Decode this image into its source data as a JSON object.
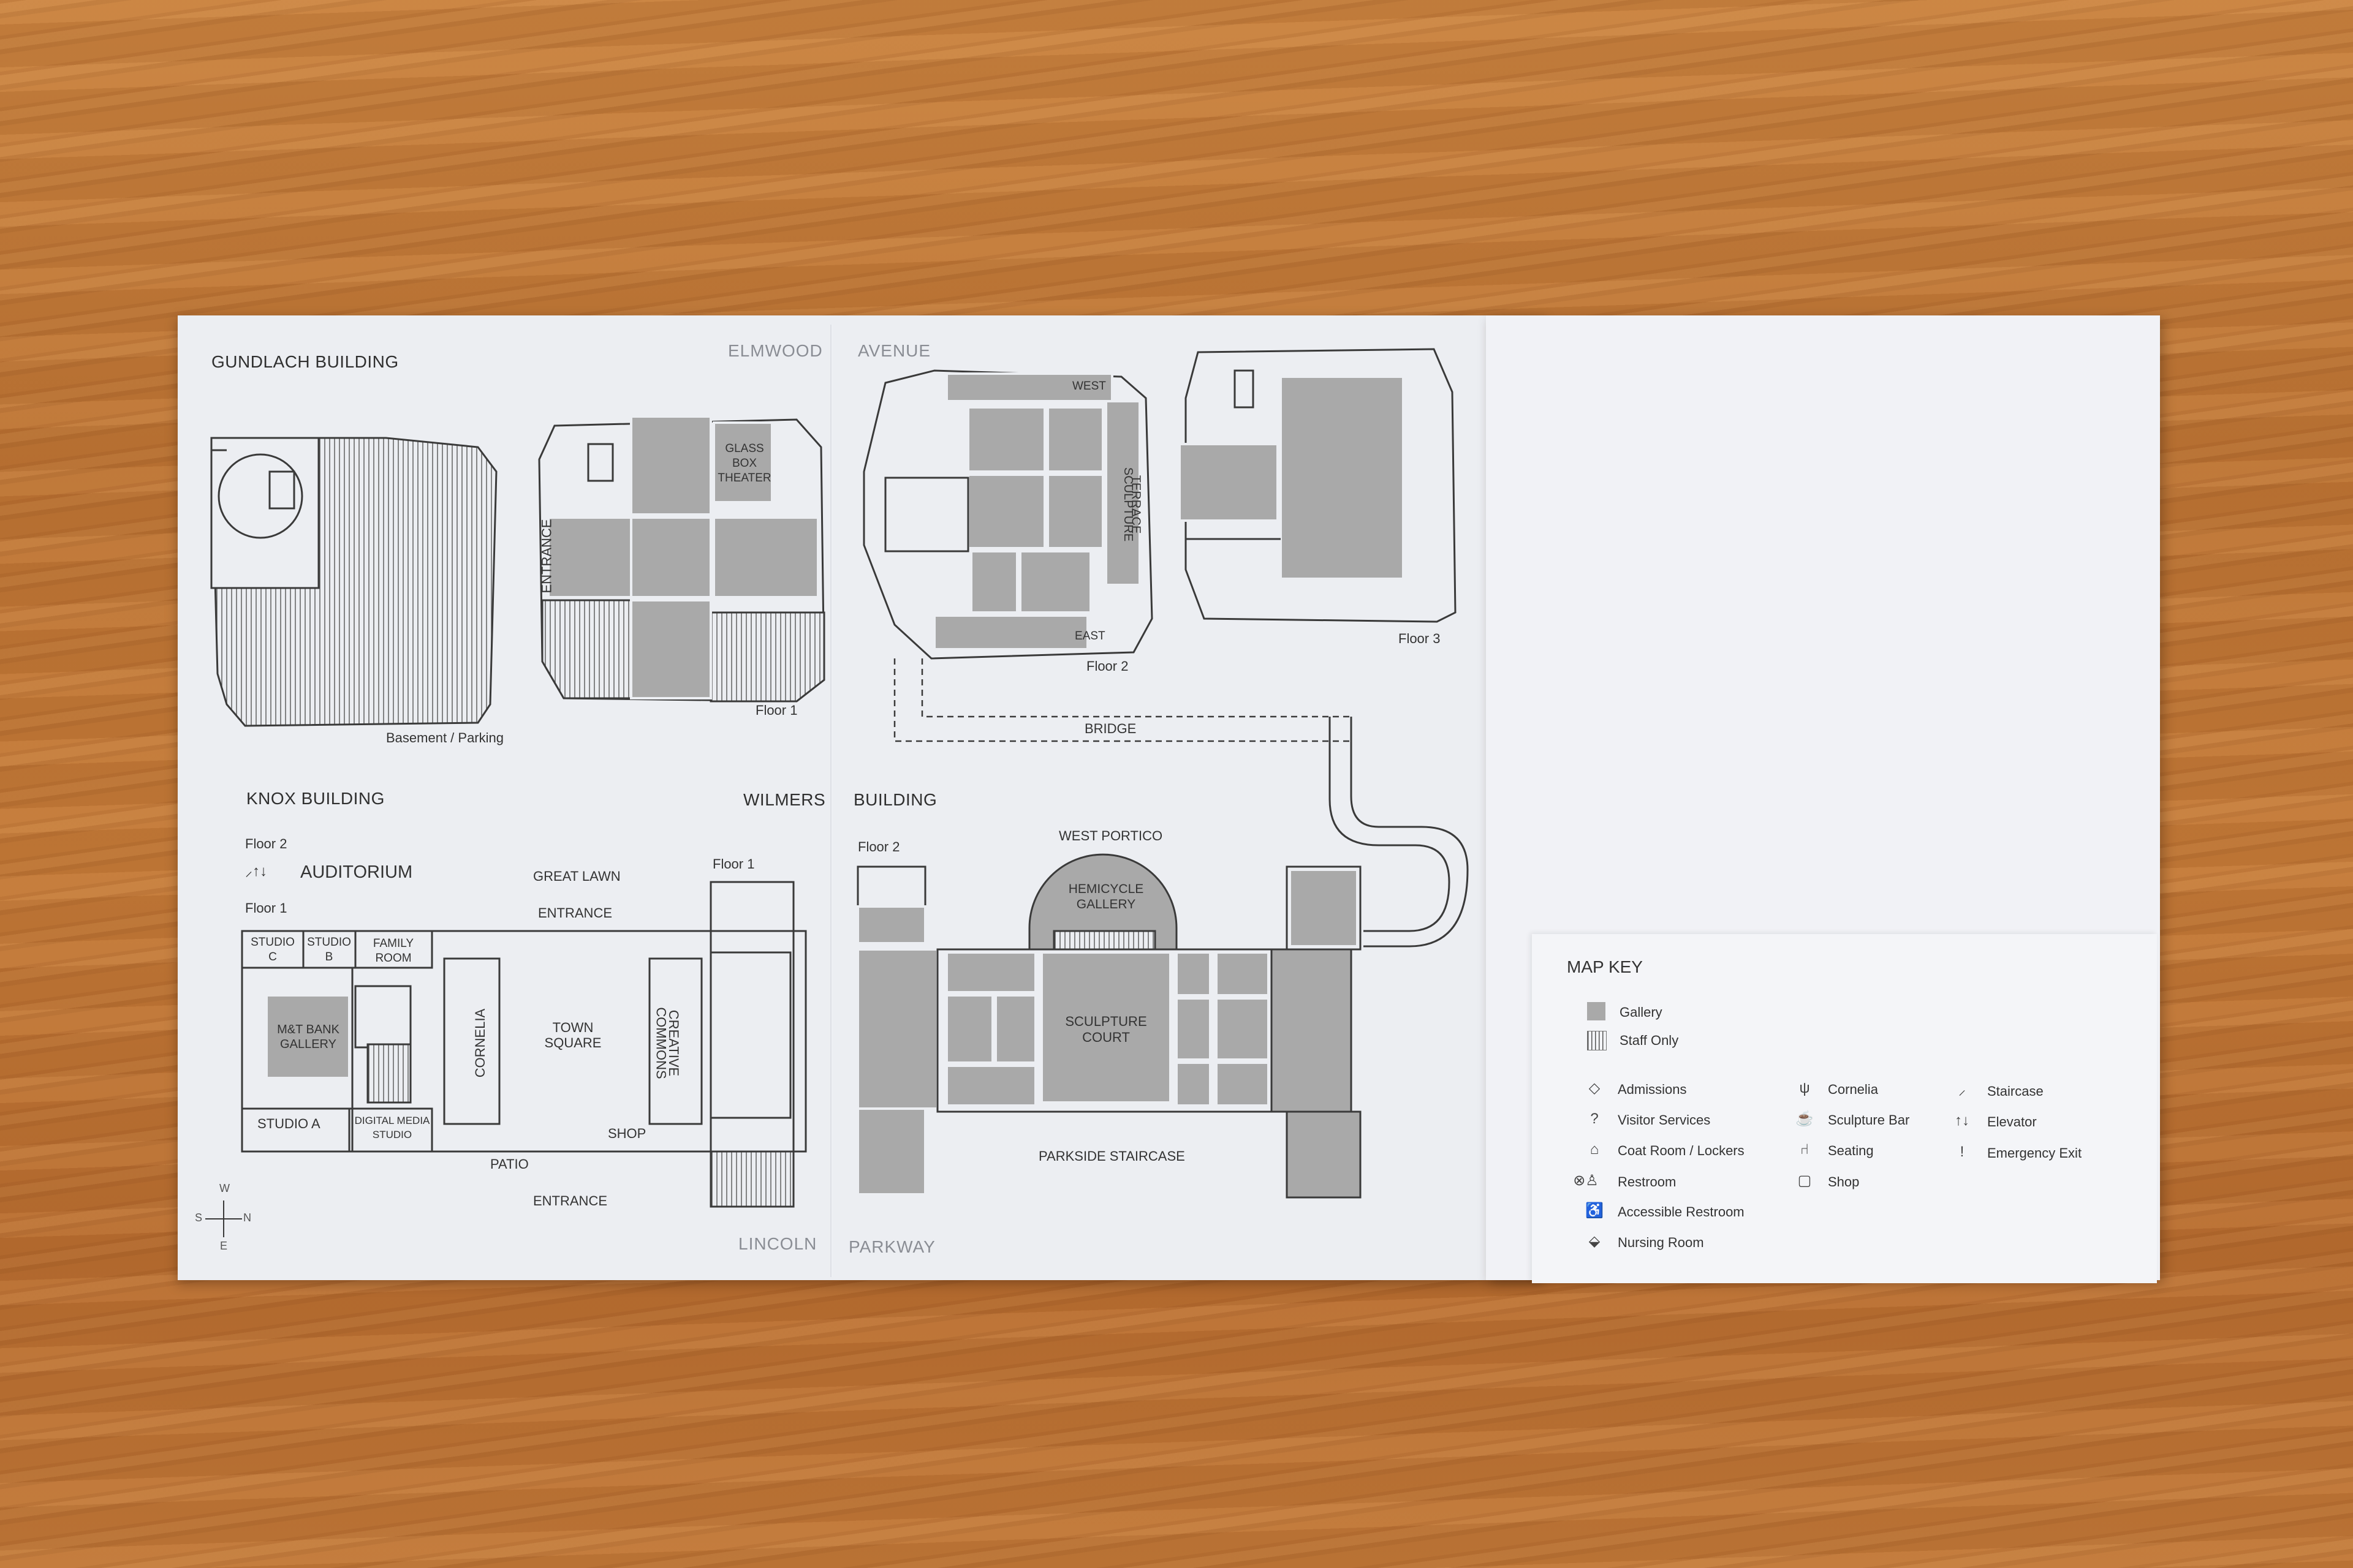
{
  "buildings": {
    "gundlach": "GUNDLACH BUILDING",
    "knox": "KNOX BUILDING",
    "wilmers": "WILMERS",
    "wilmers_building": "BUILDING"
  },
  "roads": {
    "elmwood": "ELMWOOD",
    "avenue": "AVENUE",
    "lincoln": "LINCOLN",
    "parkway": "PARKWAY"
  },
  "floors": {
    "basement": "Basement / Parking",
    "g_floor1": "Floor 1",
    "e_floor2": "Floor 2",
    "e_floor3": "Floor 3",
    "k_floor2": "Floor 2",
    "k_floor1": "Floor 1",
    "w_floor1": "Floor 1",
    "w_floor2": "Floor 2"
  },
  "rooms": {
    "entrance_vertical": "ENTRANCE",
    "glass_box_1": "GLASS",
    "glass_box_2": "BOX",
    "glass_box_3": "THEATER",
    "west": "WEST",
    "east": "EAST",
    "sculpture_terrace_1": "SCULPTURE",
    "sculpture_terrace_2": "TERRACE",
    "bridge": "BRIDGE",
    "auditorium": "AUDITORIUM",
    "great_lawn": "GREAT LAWN",
    "entrance_top": "ENTRANCE",
    "studio_c_1": "STUDIO",
    "studio_c_2": "C",
    "studio_b_1": "STUDIO",
    "studio_b_2": "B",
    "family_room_1": "FAMILY",
    "family_room_2": "ROOM",
    "mt_bank_1": "M&T BANK",
    "mt_bank_2": "GALLERY",
    "cornelia": "CORNELIA",
    "town_square_1": "TOWN",
    "town_square_2": "SQUARE",
    "creative_commons_1": "CREATIVE",
    "creative_commons_2": "COMMONS",
    "studio_a": "STUDIO A",
    "digital_media_1": "DIGITAL MEDIA",
    "digital_media_2": "STUDIO",
    "shop": "SHOP",
    "patio": "PATIO",
    "entrance_bottom": "ENTRANCE",
    "west_portico": "WEST PORTICO",
    "hemicycle_1": "HEMICYCLE",
    "hemicycle_2": "GALLERY",
    "sculpture_court_1": "SCULPTURE",
    "sculpture_court_2": "COURT",
    "parkside_staircase": "PARKSIDE STAIRCASE"
  },
  "compass": {
    "n": "N",
    "s": "S",
    "e": "E",
    "w": "W"
  },
  "map_key": {
    "title": "MAP KEY",
    "gallery": "Gallery",
    "staff_only": "Staff Only",
    "items": [
      {
        "label": "Admissions",
        "icon": "ticket-icon"
      },
      {
        "label": "Visitor Services",
        "icon": "question-bubble-icon"
      },
      {
        "label": "Coat Room / Lockers",
        "icon": "hanger-icon"
      },
      {
        "label": "Restroom",
        "icon": "restroom-icon"
      },
      {
        "label": "Accessible Restroom",
        "icon": "accessible-restroom-icon"
      },
      {
        "label": "Nursing Room",
        "icon": "bottle-icon"
      },
      {
        "label": "Cornelia",
        "icon": "fork-knife-icon"
      },
      {
        "label": "Sculpture Bar",
        "icon": "cup-icon"
      },
      {
        "label": "Seating",
        "icon": "chair-icon"
      },
      {
        "label": "Shop",
        "icon": "bag-icon"
      },
      {
        "label": "Staircase",
        "icon": "stairs-icon"
      },
      {
        "label": "Elevator",
        "icon": "elevator-arrows-icon"
      },
      {
        "label": "Emergency Exit",
        "icon": "exclamation-icon"
      }
    ]
  },
  "colors": {
    "gallery": "#a9a9a9",
    "line": "#3a3a3a",
    "paper": "#eceef2"
  }
}
